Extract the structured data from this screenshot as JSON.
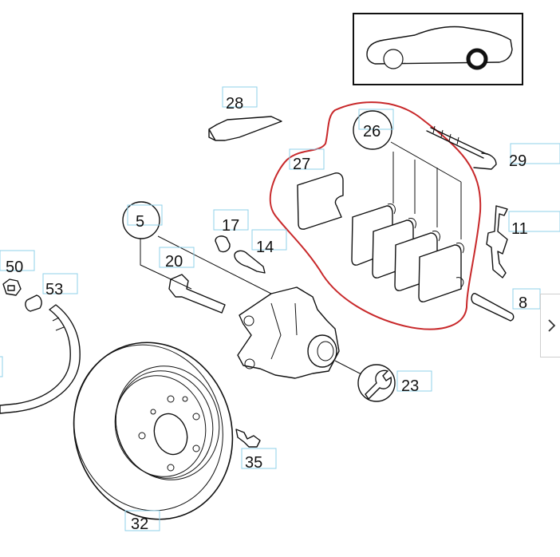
{
  "labels": {
    "p5": "5",
    "p8": "8",
    "p11": "11",
    "p14": "14",
    "p17": "17",
    "p20": "20",
    "p23": "23",
    "p26": "26",
    "p27": "27",
    "p28": "28",
    "p29": "29",
    "p32": "32",
    "p35": "35",
    "p50": "50",
    "p53": "53"
  },
  "colors": {
    "highlight": "#c8282a",
    "line": "#111111",
    "label_box": "#8fd0ea"
  },
  "icons": {
    "next": "chevron-right-icon",
    "tool": "wrench-icon",
    "vehicle": "car-rear-wheel-icon"
  }
}
